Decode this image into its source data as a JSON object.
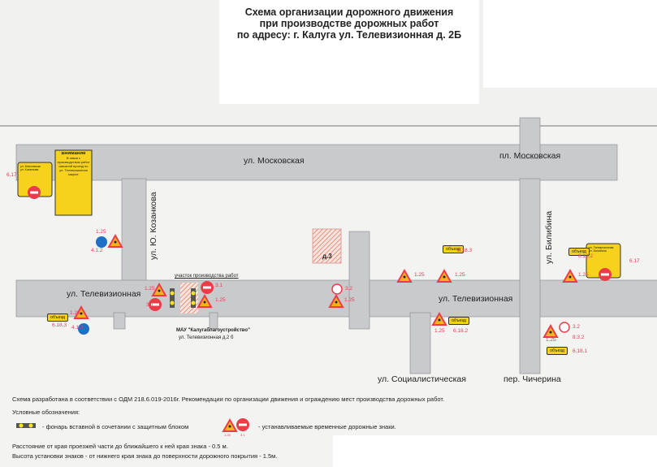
{
  "title": {
    "line1": "Схема организации дорожного движения",
    "line2": "при производстве дорожных работ",
    "line3": "по адресу: г. Калуга  ул. Телевизионная д. 2Б"
  },
  "streets": {
    "moskovskaya": "ул. Московская",
    "pl_moskovskaya": "пл. Московская",
    "kozankova": "ул. Ю. Козанкова",
    "televizionnaya_left": "ул. Телевизионная",
    "televizionnaya_right": "ул. Телевизионная",
    "bilibina": "ул. Билибина",
    "socialisticheskaya": "ул. Социалистическая",
    "chicherina": "пер. Чичерина"
  },
  "map_labels": {
    "work_zone": "участок производства работ",
    "building": "д.3",
    "org_line1": "МАУ \"Калугаблагоустройство\"",
    "org_line2": "ул. Телевизионная д.2 б"
  },
  "notice_sign": {
    "heading": "Внимание",
    "text": "В связи с производством работ сквозной проезд по ул. Телевизионная закрыт."
  },
  "scheme_signs": {
    "left_code": "6.17",
    "left_streets": [
      "ул. Московская",
      "ул. Козанкова"
    ],
    "right_code": "6.17",
    "right_streets": [
      "ул. Телевизионная",
      "ул. Билибина"
    ]
  },
  "sign_codes": {
    "c125": "1.25",
    "c31": "3.1",
    "c32": "3.2",
    "c412": "4.1.2",
    "c413": "4.1.3",
    "c6181": "6.18.1",
    "c6182": "6.18.2",
    "c6183": "6.18.3",
    "c832": "8.3.2"
  },
  "detour_label": "объезд",
  "footer": {
    "standard": "Схема разработана в соответствии с ОДМ 218.6.019-2016г. Рекомендации по организации движения и ограждению мест производства дорожных работ.",
    "legend_title": "Условные обозначения:",
    "legend_lamp": "- фонарь вставной в сочетании с защитным блоком",
    "legend_signs": "- устанавливаемые временные дорожные знаки.",
    "legend_codes": [
      "1.25",
      "3.1"
    ],
    "distance": "Расстояние от края проезжей части до ближайшего к ней края знака - 0.5 м.",
    "height": "Высота установки знаков -  от нижнего края знака до поверхности дорожного покрытия - 1.5м."
  },
  "colors": {
    "road": "#c9cacc",
    "sign_red": "#ee3b4a",
    "sign_yellow": "#f6d21c",
    "blue": "#1f6fc7"
  }
}
